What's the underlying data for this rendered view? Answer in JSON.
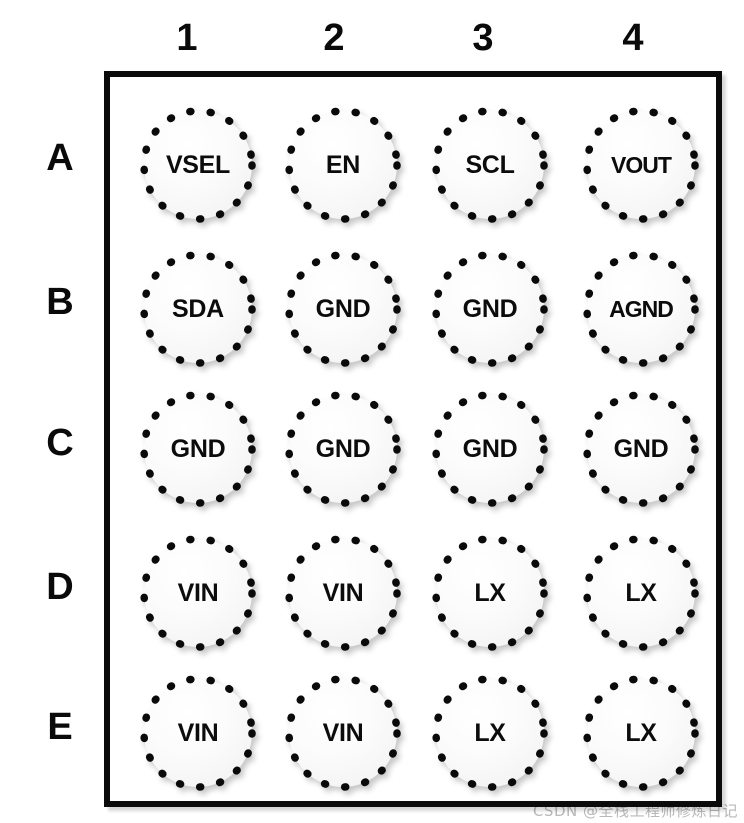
{
  "diagram": {
    "type": "bga-pinout-map",
    "title": "",
    "columns": [
      "1",
      "2",
      "3",
      "4"
    ],
    "rows": [
      "A",
      "B",
      "C",
      "D",
      "E"
    ],
    "grid": [
      {
        "row": "A",
        "cells": [
          {
            "ref": "A1",
            "label": "VSEL"
          },
          {
            "ref": "A2",
            "label": "EN"
          },
          {
            "ref": "A3",
            "label": "SCL"
          },
          {
            "ref": "A4",
            "label": "VOUT"
          }
        ]
      },
      {
        "row": "B",
        "cells": [
          {
            "ref": "B1",
            "label": "SDA"
          },
          {
            "ref": "B2",
            "label": "GND"
          },
          {
            "ref": "B3",
            "label": "GND"
          },
          {
            "ref": "B4",
            "label": "AGND"
          }
        ]
      },
      {
        "row": "C",
        "cells": [
          {
            "ref": "C1",
            "label": "GND"
          },
          {
            "ref": "C2",
            "label": "GND"
          },
          {
            "ref": "C3",
            "label": "GND"
          },
          {
            "ref": "C4",
            "label": "GND"
          }
        ]
      },
      {
        "row": "D",
        "cells": [
          {
            "ref": "D1",
            "label": "VIN"
          },
          {
            "ref": "D2",
            "label": "VIN"
          },
          {
            "ref": "D3",
            "label": "LX"
          },
          {
            "ref": "D4",
            "label": "LX"
          }
        ]
      },
      {
        "row": "E",
        "cells": [
          {
            "ref": "E1",
            "label": "VIN"
          },
          {
            "ref": "E2",
            "label": "VIN"
          },
          {
            "ref": "E3",
            "label": "LX"
          },
          {
            "ref": "E4",
            "label": "LX"
          }
        ]
      }
    ]
  },
  "watermark": {
    "text": "CSDN @全栈工程师修炼日记"
  },
  "colors": {
    "outline": "#0b0b0b",
    "ball_ring": "#0a0a0a",
    "ball_fill": "#f7f7f7",
    "text": "#0c0c0c",
    "background": "#ffffff",
    "watermark": "#b9b9b9"
  }
}
